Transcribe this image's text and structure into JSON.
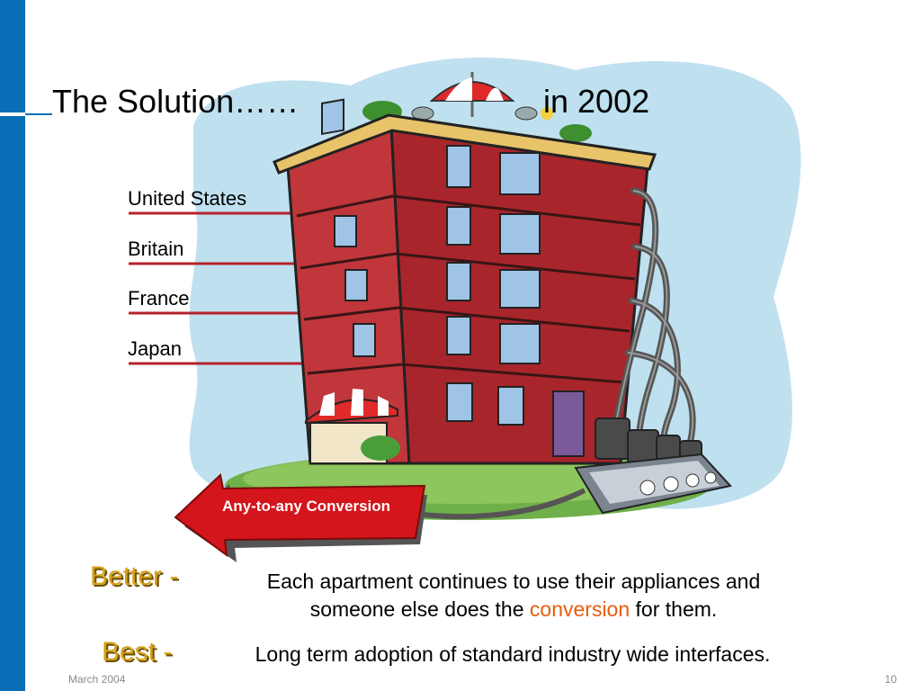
{
  "slide": {
    "title_left": "The Solution……",
    "title_right": "in 2002",
    "countries": [
      "United States",
      "Britain",
      "France",
      "Japan"
    ],
    "arrow_label": "Any-to-any Conversion",
    "better": {
      "label": "Better -",
      "text_before": "Each apartment continues to use their appliances and someone else does the",
      "highlight": "conversion",
      "text_after": "for them."
    },
    "best": {
      "label": "Best -",
      "text": "Long term adoption of standard industry wide interfaces."
    },
    "footer_date": "March 2004",
    "page_number": "10"
  },
  "colors": {
    "side_bar": "#0a6eb6",
    "highlight": "#e85d0c",
    "rank_label": "#d4a017",
    "building": "#b5232a",
    "arrow": "#d4151b"
  },
  "icons": [
    "apartment-building-illustration",
    "conversion-arrow",
    "power-strip",
    "umbrella",
    "awning"
  ]
}
